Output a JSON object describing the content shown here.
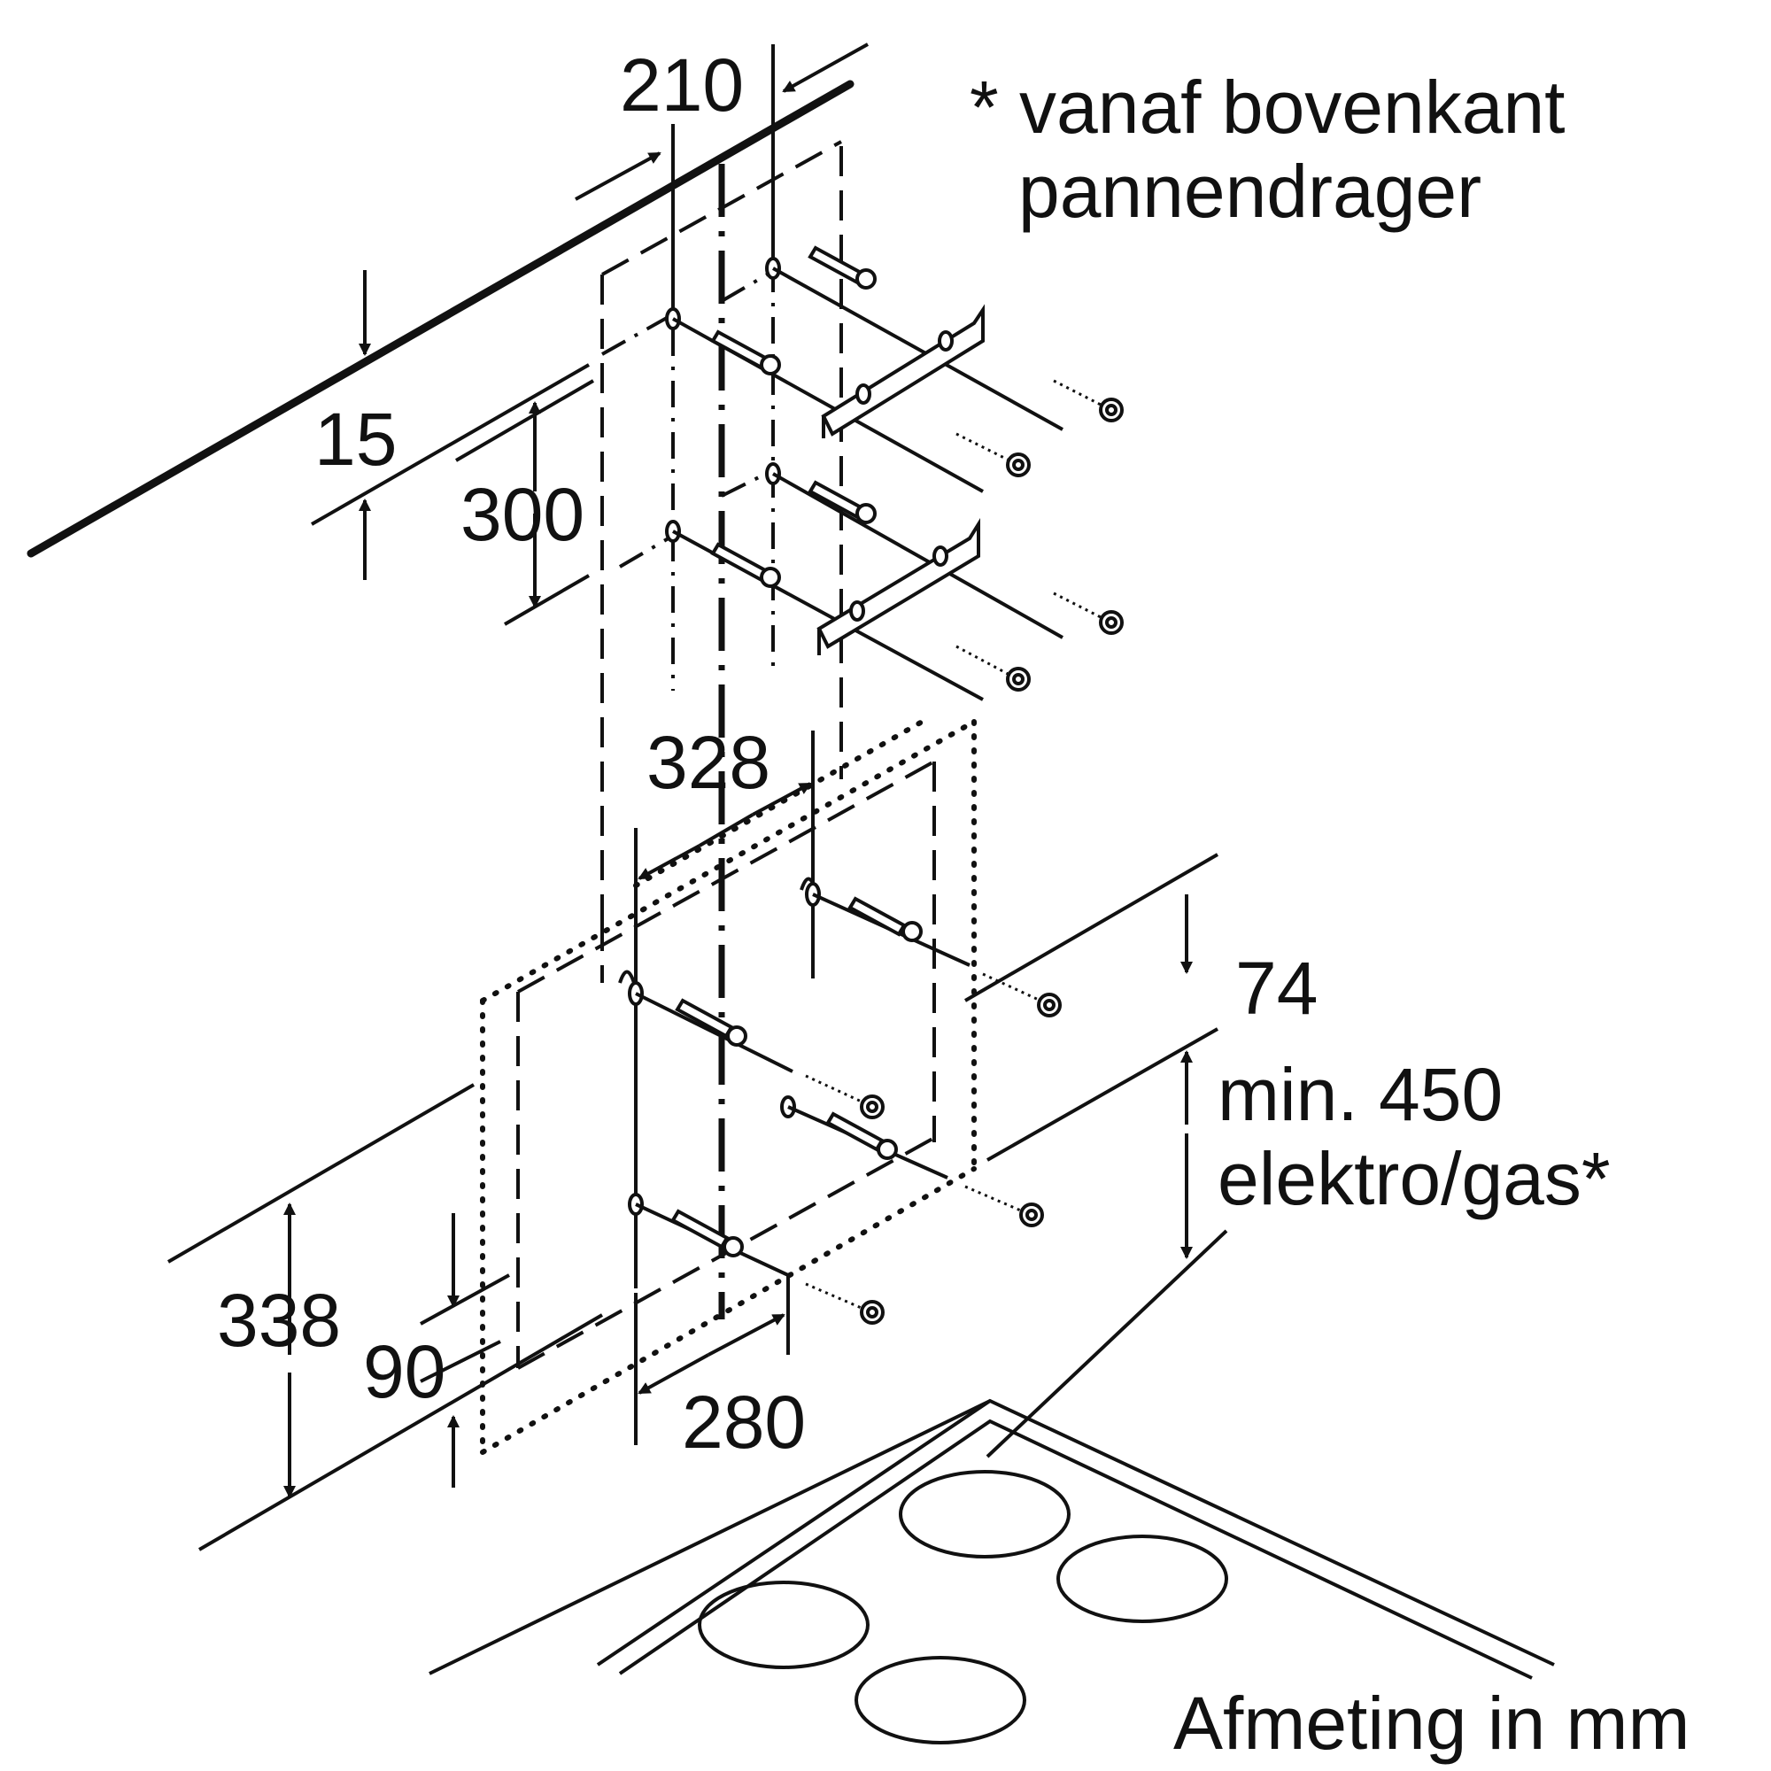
{
  "dimensions": {
    "d210": "210",
    "d15": "15",
    "d300": "300",
    "d328": "328",
    "d74": "74",
    "d338": "338",
    "d90": "90",
    "d280": "280"
  },
  "labels": {
    "min_line1": "min. 450",
    "min_line2": "elektro/gas*",
    "note_line1": "* vanaf bovenkant",
    "note_line2": "pannendrager",
    "units": "Afmeting in mm"
  }
}
